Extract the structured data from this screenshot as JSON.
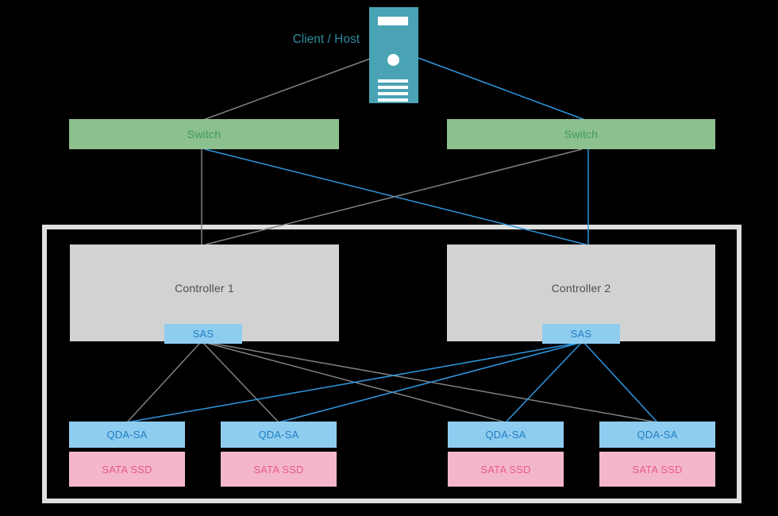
{
  "diagram": {
    "client": {
      "label": "Client / Host"
    },
    "switches": [
      {
        "label": "Switch"
      },
      {
        "label": "Switch"
      }
    ],
    "controllers": [
      {
        "label": "Controller 1",
        "port": "SAS"
      },
      {
        "label": "Controller 2",
        "port": "SAS"
      }
    ],
    "bays": [
      {
        "adapter": "QDA-SA",
        "drive": "SATA SSD"
      },
      {
        "adapter": "QDA-SA",
        "drive": "SATA SSD"
      },
      {
        "adapter": "QDA-SA",
        "drive": "SATA SSD"
      },
      {
        "adapter": "QDA-SA",
        "drive": "SATA SSD"
      }
    ],
    "connections": [
      {
        "from": "client-host",
        "to": "switch-1",
        "color": "gray"
      },
      {
        "from": "client-host",
        "to": "switch-2",
        "color": "blue"
      },
      {
        "from": "switch-1",
        "to": "controller-1",
        "color": "gray"
      },
      {
        "from": "switch-1",
        "to": "controller-2",
        "color": "blue"
      },
      {
        "from": "switch-2",
        "to": "controller-1",
        "color": "gray"
      },
      {
        "from": "switch-2",
        "to": "controller-2",
        "color": "blue"
      },
      {
        "from": "controller-1-sas",
        "to": "qda-sa-1",
        "color": "gray"
      },
      {
        "from": "controller-1-sas",
        "to": "qda-sa-2",
        "color": "gray"
      },
      {
        "from": "controller-1-sas",
        "to": "qda-sa-3",
        "color": "gray"
      },
      {
        "from": "controller-1-sas",
        "to": "qda-sa-4",
        "color": "gray"
      },
      {
        "from": "controller-2-sas",
        "to": "qda-sa-1",
        "color": "blue"
      },
      {
        "from": "controller-2-sas",
        "to": "qda-sa-2",
        "color": "blue"
      },
      {
        "from": "controller-2-sas",
        "to": "qda-sa-3",
        "color": "blue"
      },
      {
        "from": "controller-2-sas",
        "to": "qda-sa-4",
        "color": "blue"
      }
    ],
    "colors": {
      "background": "#000000",
      "server_icon": "#4AA3B5",
      "client_label_text": "#2E8C9E",
      "switch_bg": "#8DC08F",
      "switch_text": "#3C9B55",
      "controller_bg": "#D2D2D2",
      "controller_text": "#4D4D4D",
      "sas_port_bg": "#8FCDF0",
      "sas_port_text": "#1F7EC2",
      "drive_bg": "#F4B6CB",
      "drive_text": "#E65B88",
      "enclosure_border": "#DEE0E0",
      "link_gray": "#808080",
      "link_blue": "#2E97E0"
    }
  }
}
